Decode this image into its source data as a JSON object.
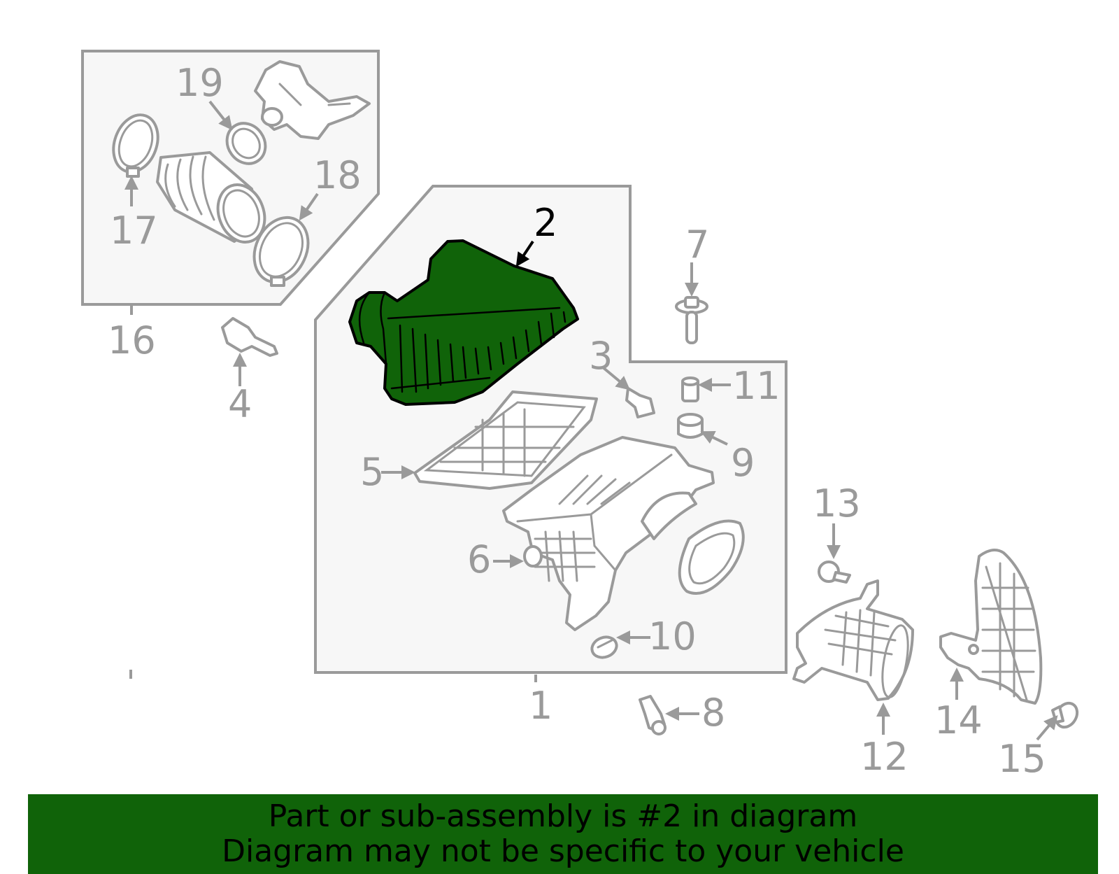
{
  "diagram": {
    "highlight_color": "#106309",
    "line_color": "#9a9a9a",
    "highlighted_part": "2",
    "callouts": [
      "1",
      "2",
      "3",
      "4",
      "5",
      "6",
      "7",
      "8",
      "9",
      "10",
      "11",
      "12",
      "13",
      "14",
      "15",
      "16",
      "17",
      "18",
      "19"
    ]
  },
  "banner": {
    "line1": "Part or sub-assembly is #2 in diagram",
    "line2": "Diagram may not be specific to your vehicle"
  }
}
